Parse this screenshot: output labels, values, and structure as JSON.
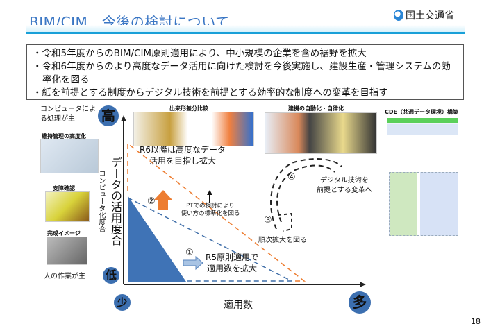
{
  "header": {
    "title": "BIM/CIM　今後の検討について",
    "logo_text": "国土交通省"
  },
  "bullets": [
    "・令和5年度からのBIM/CIM原則適用により、中小規模の企業を含め裾野を拡大",
    "・令和6年度からのより高度なデータ活用に向けた検討を今後実施し、建設生産・管理システムの効率化を図る",
    "・紙を前提とする制度からデジタル技術を前提とする効率的な制度への変革を目指す"
  ],
  "left": {
    "top_label": "コンピュータによる処理が主",
    "bottom_label": "人の作業が主",
    "img1": "維持管理の高度化",
    "img2": "支障確認",
    "img3": "完成イメージ"
  },
  "axes": {
    "y_label": "データの活用度合",
    "y_sub": "コンピュータ化度合",
    "x_label": "適用数",
    "high": "高",
    "low": "低",
    "few": "少",
    "many": "多"
  },
  "top_images": {
    "a": "出来形差分比較",
    "b": "建機の自動化・自律化",
    "c": "CDE（共通データ環境）構築"
  },
  "steps": {
    "s1_num": "①",
    "s1_l1": "R5原則適用で",
    "s1_l2": "適用数を拡大",
    "s2_num": "②",
    "s2_l1": "R6以降は高度なデータ",
    "s2_l2": "活用を目指し拡大",
    "pt_l1": "PTでの検討により",
    "pt_l2": "使い方の標準化を図る",
    "s3_num": "③",
    "s3": "順次拡大を図る",
    "s4_num": "④",
    "s4_l1": "デジタル技術を",
    "s4_l2": "前提とする変革へ"
  },
  "page_number": "18"
}
